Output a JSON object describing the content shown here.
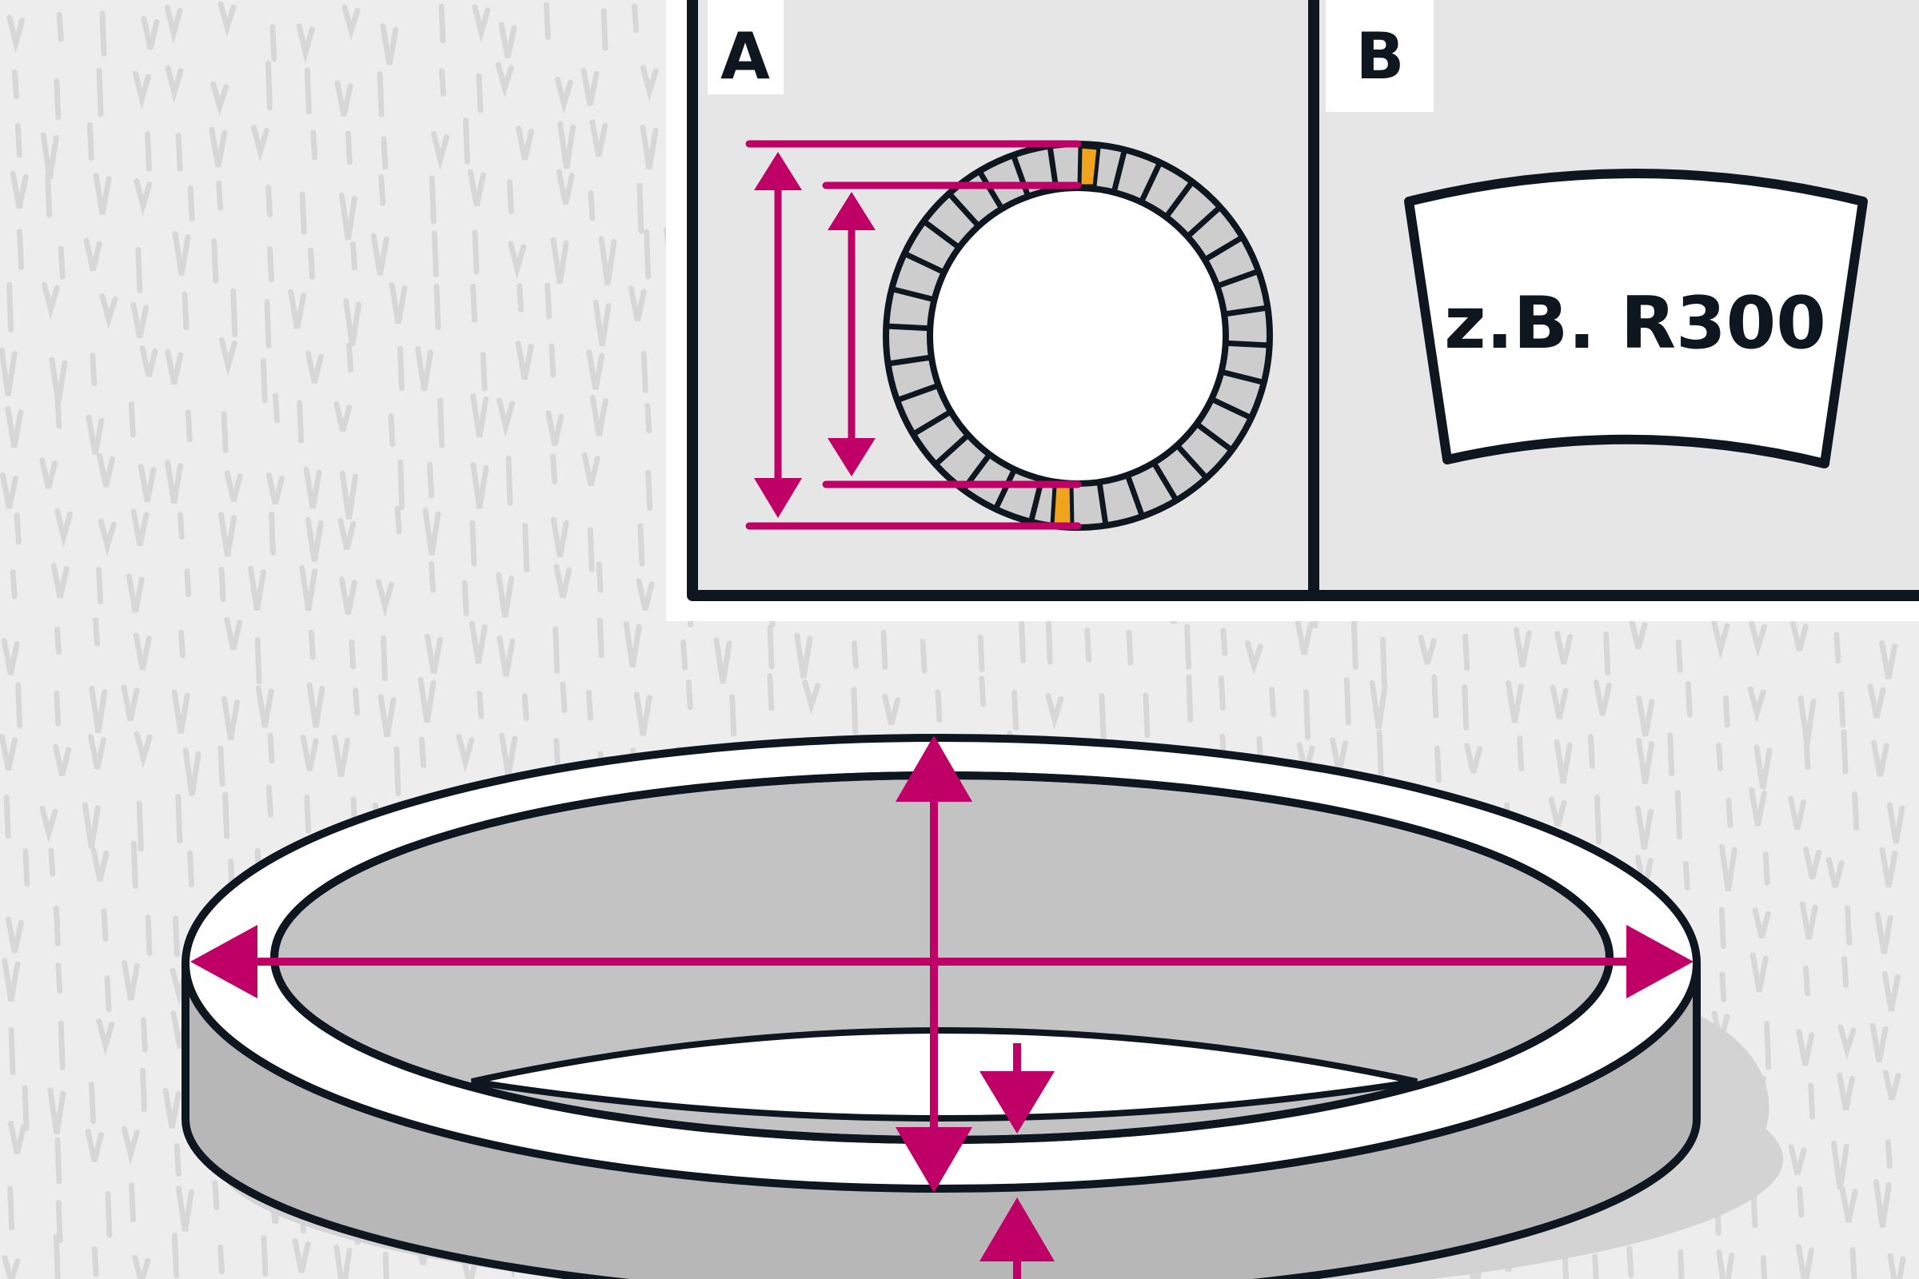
{
  "panels": [
    {
      "label": "A"
    },
    {
      "label": "B"
    }
  ],
  "tag": {
    "text": "z.B. R300"
  },
  "colors": {
    "background": "#ededed",
    "texture": "#d7d7d7",
    "outline": "#0e1720",
    "dimension": "#bf0067",
    "segment_highlight": "#f0a31c",
    "segment_fill": "#cdcdcd",
    "ring_side": "#b7b7b7",
    "basin_fill": "#c3c3c3",
    "panel_fill": "#e6e6e6",
    "white": "#ffffff"
  }
}
